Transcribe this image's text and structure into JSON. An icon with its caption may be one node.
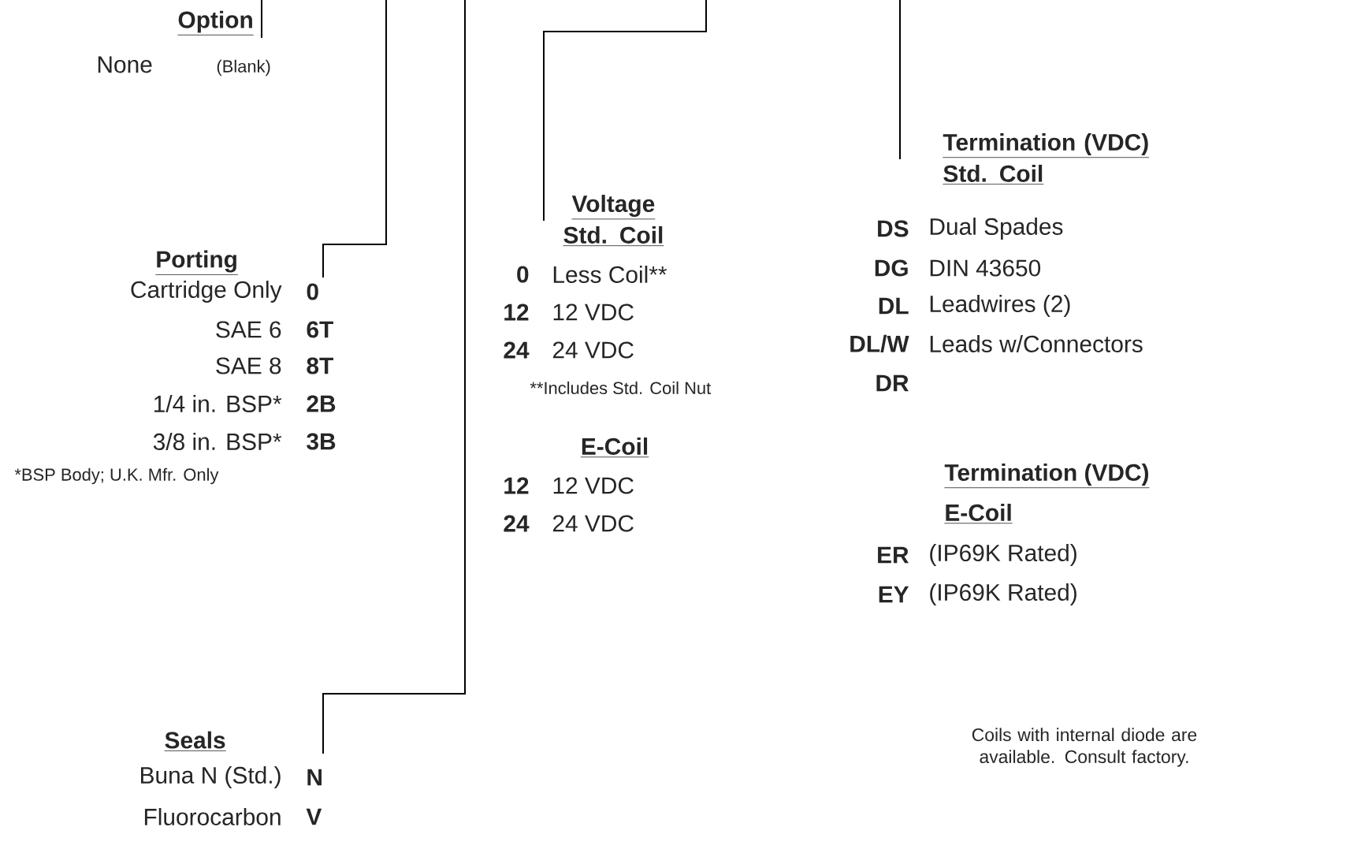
{
  "diagram": {
    "nodes": [
      {
        "text": [
          "Option"
        ]
      },
      {
        "text": [
          "Porting"
        ]
      },
      {
        "text": [
          "Seals"
        ]
      },
      {
        "text": [
          "Voltage",
          "Std. Coil"
        ]
      },
      {
        "text": [
          "Termination (VDC)",
          "Std. Coil"
        ]
      }
    ],
    "edges": [
      {
        "from": null,
        "to": 0,
        "arrow": "none"
      },
      {
        "from": null,
        "to": 1,
        "arrow": "none"
      },
      {
        "from": null,
        "to": 2,
        "arrow": "none"
      },
      {
        "from": null,
        "to": 3,
        "arrow": "none"
      },
      {
        "from": null,
        "to": 4,
        "arrow": "none"
      }
    ],
    "labels": [
      "None",
      "(Blank)",
      "Cartridge Only",
      "0",
      "SAE 6",
      "6T",
      "SAE 8",
      "8T",
      "1/4 in. BSP*",
      "2B",
      "3/8 in. BSP*",
      "3B",
      "*BSP Body; U.K. Mfr. Only",
      "Buna N (Std.)",
      "N",
      "Fluorocarbon",
      "V",
      "0",
      "Less Coil**",
      "12",
      "12 VDC",
      "24",
      "24 VDC",
      "**Includes Std. Coil Nut",
      "E-Coil",
      "12",
      "12 VDC",
      "24",
      "24 VDC",
      "DS",
      "Dual Spades",
      "DG",
      "DIN 43650",
      "DL",
      "Leadwires (2)",
      "DL/W",
      "Leads w/Connectors",
      "DR",
      "Termination (VDC)",
      "E-Coil",
      "ER",
      "(IP69K Rated)",
      "EY",
      "(IP69K Rated)",
      "Coils with internal diode are available. Consult factory."
    ]
  }
}
